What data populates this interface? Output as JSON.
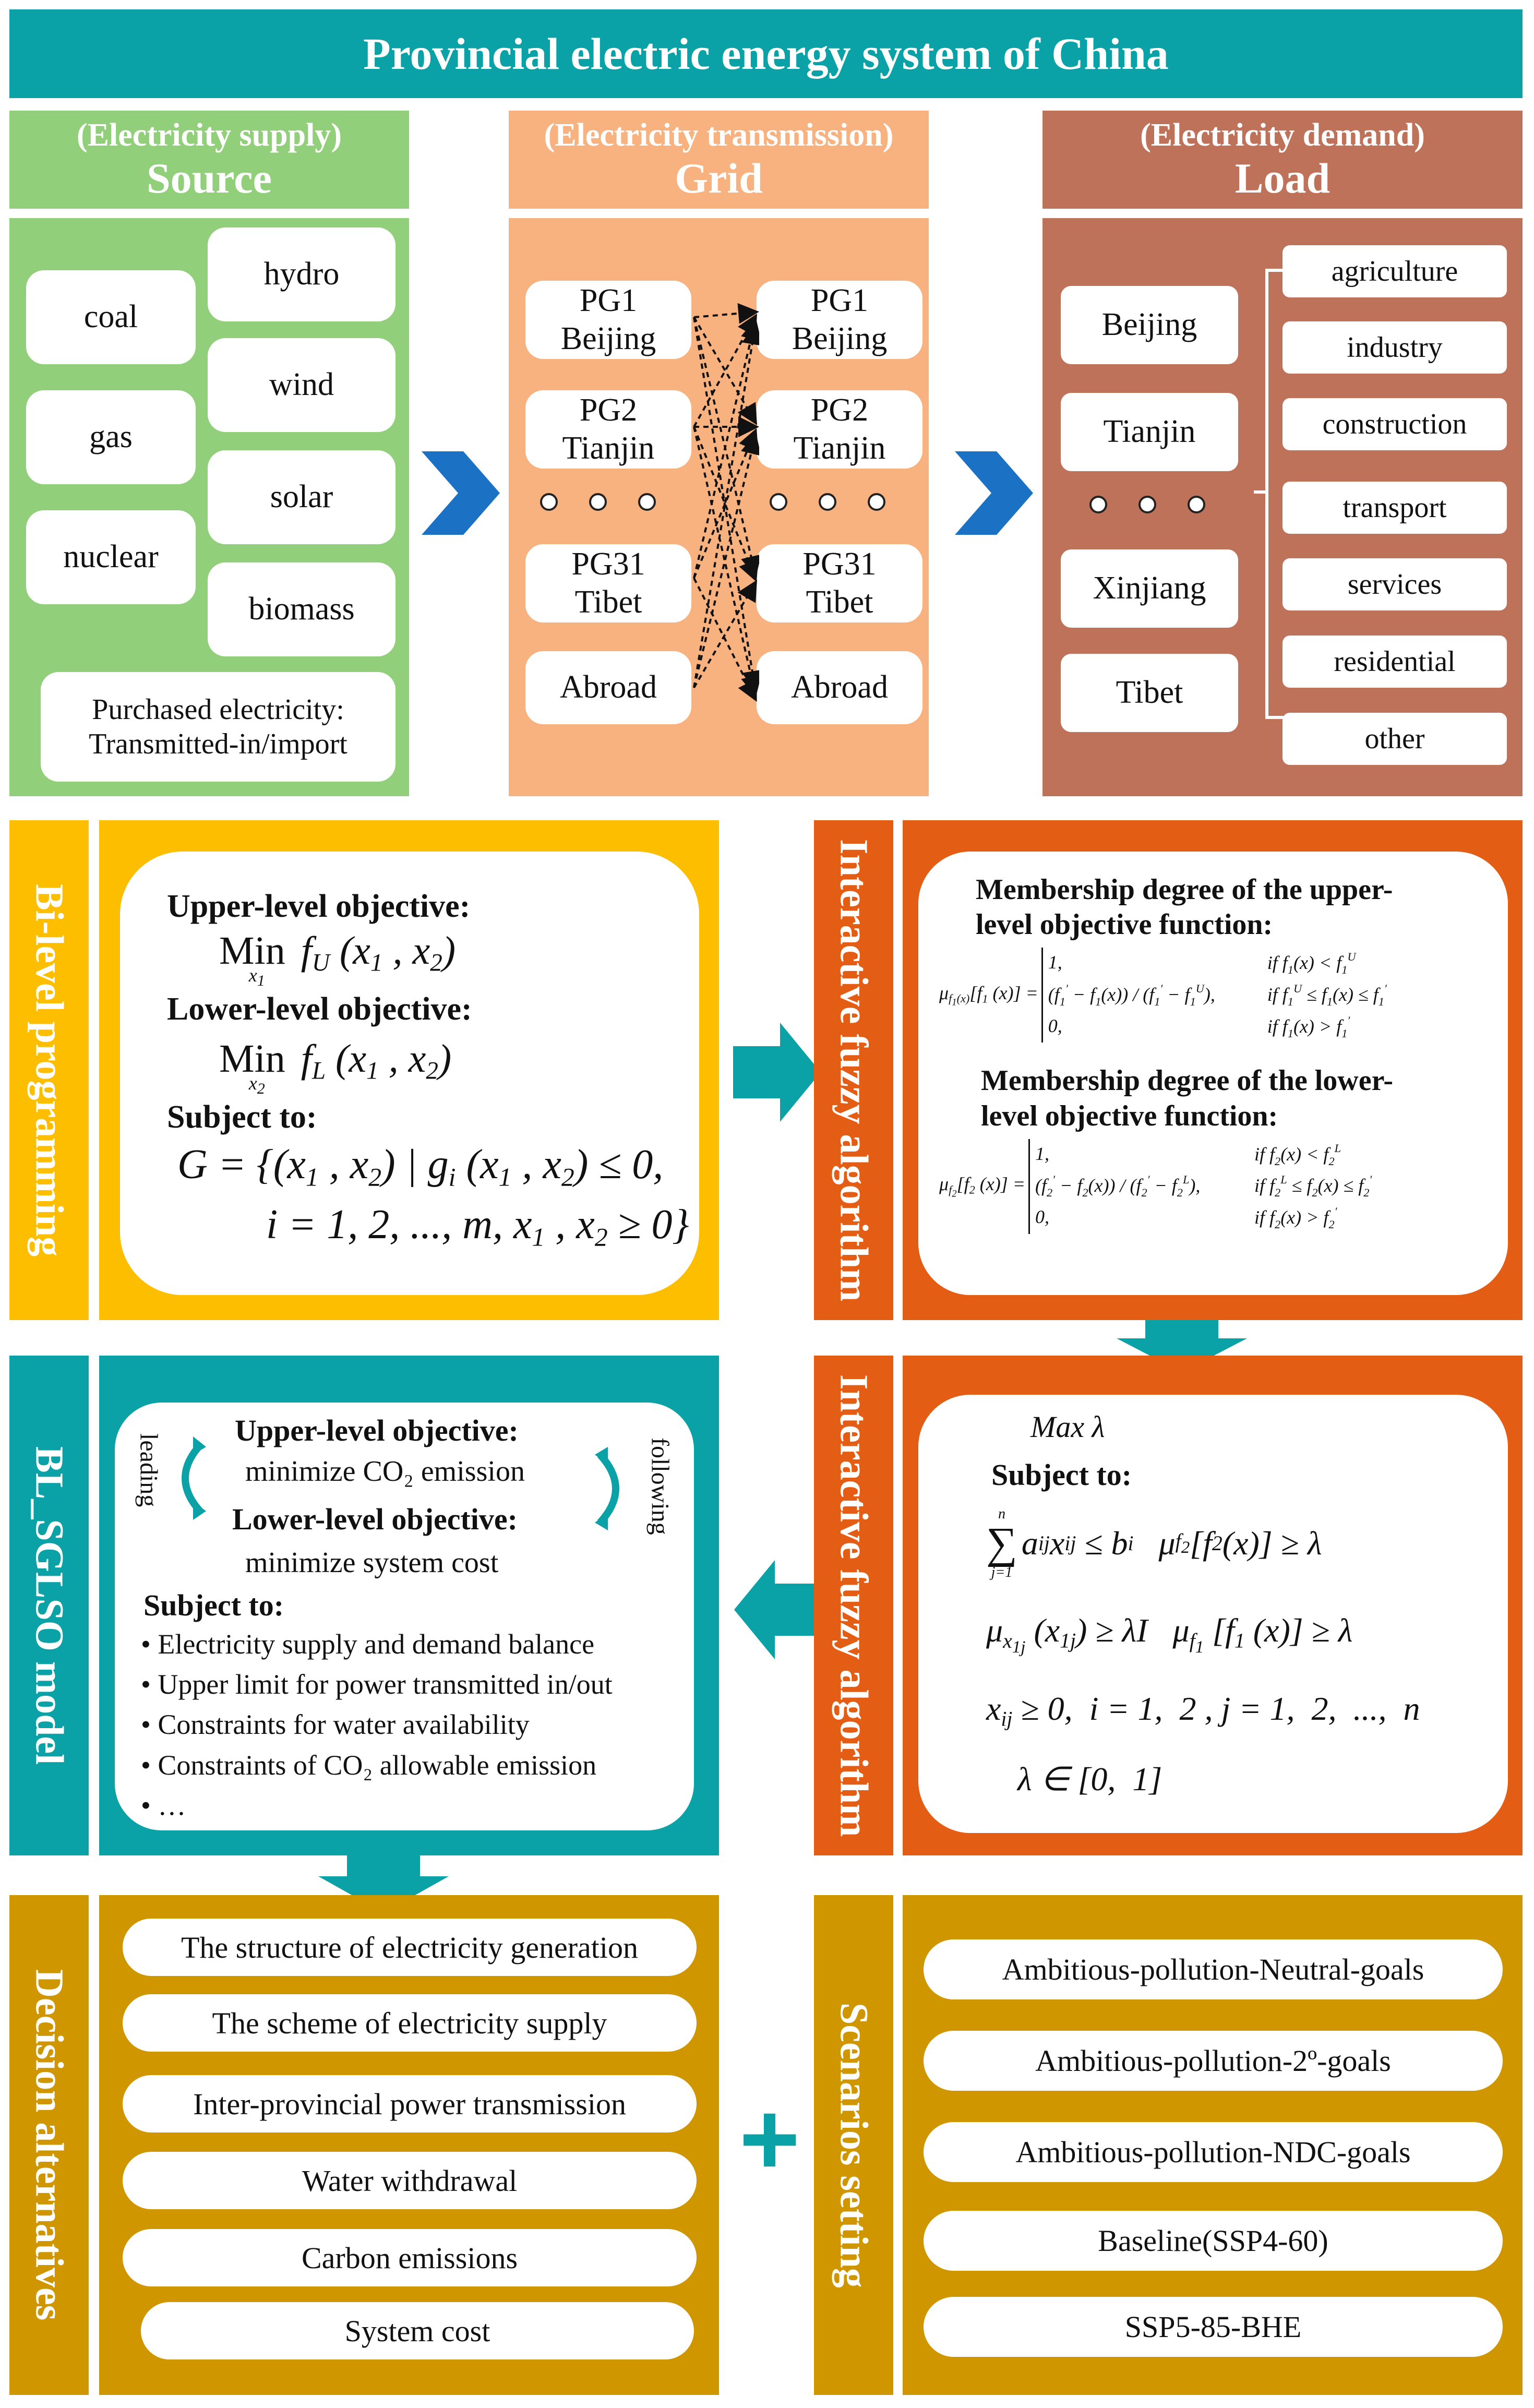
{
  "title": "Provincial electric energy system of China",
  "colors": {
    "teal": "#0aa2a6",
    "source_green": "#92cf7b",
    "grid_orange": "#f7b27f",
    "load_brown": "#bf725a",
    "yellow": "#fdbe00",
    "orange_dark": "#e45d14",
    "gold": "#cf9600",
    "arrow_blue": "#1b72c4"
  },
  "source": {
    "subtitle": "(Electricity supply)",
    "title": "Source",
    "items_left": [
      "coal",
      "gas",
      "nuclear"
    ],
    "items_right": [
      "hydro",
      "wind",
      "solar",
      "biomass"
    ],
    "purchased_line1": "Purchased electricity:",
    "purchased_line2": "Transmitted-in/import"
  },
  "grid": {
    "subtitle": "(Electricity transmission)",
    "title": "Grid",
    "left": [
      {
        "l1": "PG1",
        "l2": "Beijing"
      },
      {
        "l1": "PG2",
        "l2": "Tianjin"
      },
      {
        "l1": "PG31",
        "l2": "Tibet"
      },
      {
        "l1": "Abroad",
        "l2": ""
      }
    ],
    "right": [
      {
        "l1": "PG1",
        "l2": "Beijing"
      },
      {
        "l1": "PG2",
        "l2": "Tianjin"
      },
      {
        "l1": "PG31",
        "l2": "Tibet"
      },
      {
        "l1": "Abroad",
        "l2": ""
      }
    ]
  },
  "load": {
    "subtitle": "(Electricity demand)",
    "title": "Load",
    "provinces": [
      "Beijing",
      "Tianjin",
      "Xinjiang",
      "Tibet"
    ],
    "sectors": [
      "agriculture",
      "industry",
      "construction",
      "transport",
      "services",
      "residential",
      "other"
    ]
  },
  "bilevel": {
    "side_label": "Bi-level programming",
    "upper_heading": "Upper-level objective:",
    "lower_heading": "Lower-level objective:",
    "subject_to": "Subject to:"
  },
  "fuzzy1": {
    "side_label": "Interactive fuzzy algorithm",
    "upper_title_l1": "Membership degree of the upper-",
    "upper_title_l2": "level objective function:",
    "lower_title_l1": "Membership degree of the lower-",
    "lower_title_l2": "level objective function:"
  },
  "bl_model": {
    "side_label": "BL_SGLSO model",
    "leading": "leading",
    "following": "following",
    "upper_heading": "Upper-level objective:",
    "upper_text": "minimize  CO₂ emission",
    "lower_heading": "Lower-level objective:",
    "lower_text": "minimize  system cost",
    "subject_to": "Subject to:",
    "constraints": [
      "• Electricity  supply and demand balance",
      "• Upper limit  for power transmitted  in/out",
      "• Constraints for water availability",
      "• Constraints of CO₂ allowable  emission",
      "• …"
    ]
  },
  "fuzzy2": {
    "side_label": "Interactive fuzzy algorithm",
    "objective": "Max λ",
    "subject_to": "Subject to:"
  },
  "decision": {
    "side_label": "Decision alternatives",
    "items": [
      "The structure of electricity  generation",
      "The scheme of electricity  supply",
      "Inter-provincial  power transmission",
      "Water withdrawal",
      "Carbon emissions",
      "System cost"
    ]
  },
  "plus": "+",
  "scenarios": {
    "side_label": "Scenarios setting",
    "items": [
      "Ambitious-pollution-Neutral-goals",
      "Ambitious-pollution-2º-goals",
      "Ambitious-pollution-NDC-goals",
      "Baseline(SSP4-60)",
      "SSP5-85-BHE"
    ]
  }
}
